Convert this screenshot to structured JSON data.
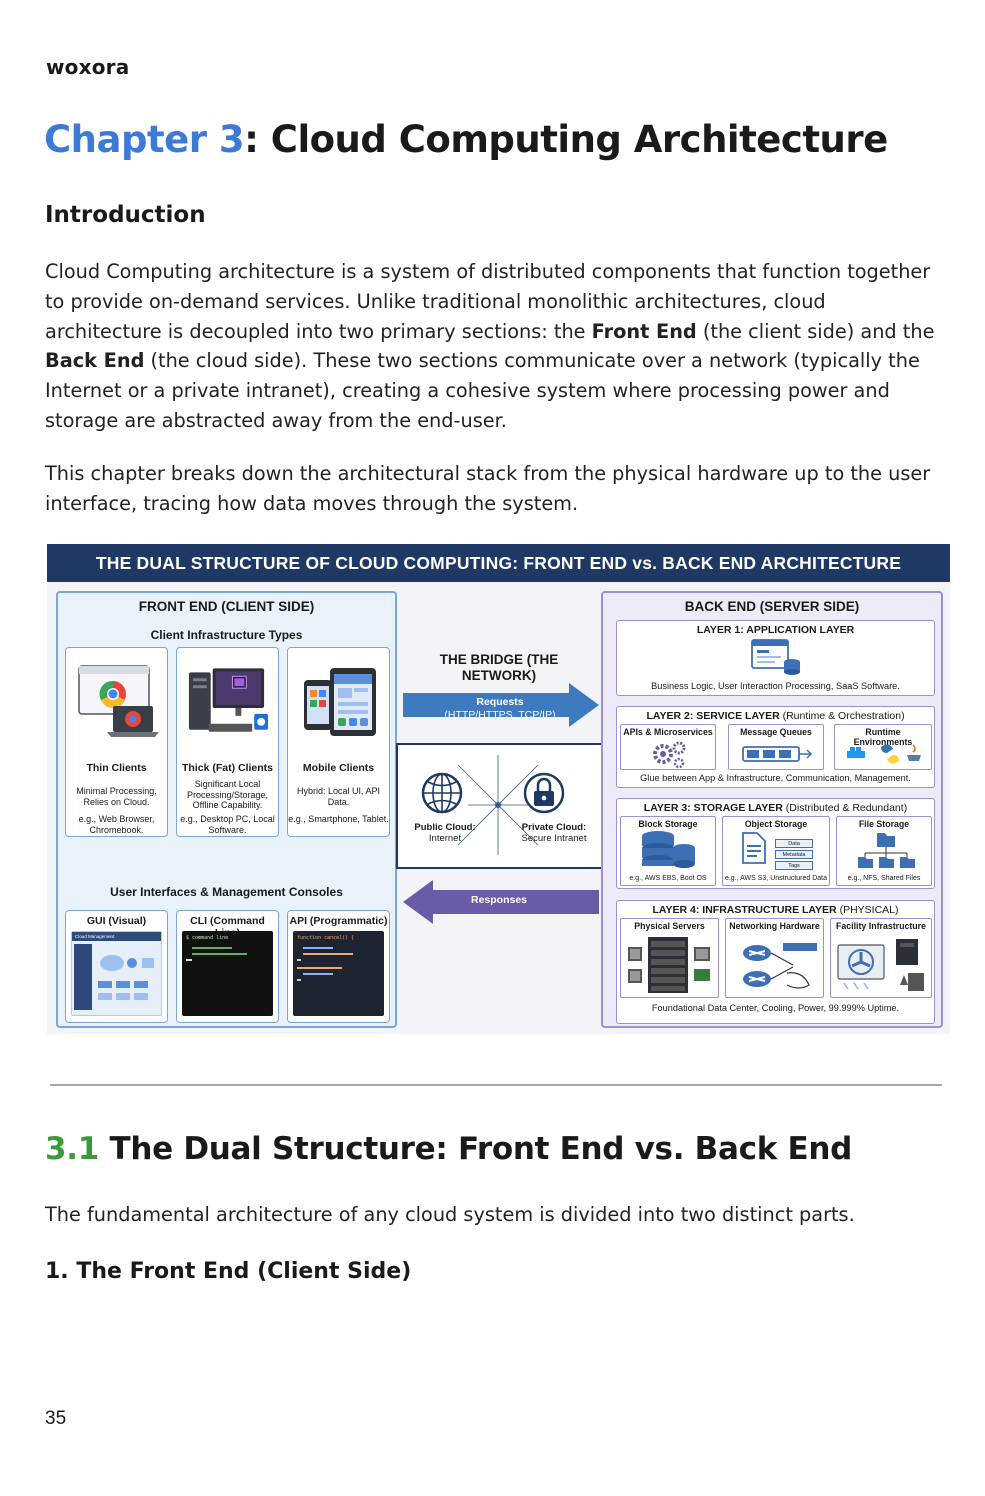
{
  "header": {
    "brand": "woxora"
  },
  "chapter": {
    "label": "Chapter 3",
    "title_rest": ": Cloud Computing Architecture"
  },
  "intro": {
    "heading": "Introduction",
    "p1_a": "Cloud Computing architecture is a system of distributed components that function together to provide on-demand services. Unlike traditional monolithic architectures, cloud architecture is decoupled into two primary sections: the ",
    "p1_b1": "Front End",
    "p1_c": " (the client side) and the ",
    "p1_b2": "Back End",
    "p1_d": " (the cloud side). These two sections communicate over a network (typically the Internet or a private intranet), creating a cohesive system where processing power and storage are abstracted away from the end-user.",
    "p2": "This chapter breaks down the architectural stack from the physical hardware up to the user interface, tracing how data moves through the system."
  },
  "figure": {
    "banner": "THE DUAL STRUCTURE OF CLOUD COMPUTING: FRONT END vs. BACK END ARCHITECTURE",
    "front_end": {
      "title": "FRONT END (CLIENT SIDE)",
      "infra_heading": "Client Infrastructure Types",
      "clients": [
        {
          "title": "Thin Clients",
          "desc": "Minimal Processing, Relies on Cloud.",
          "eg": "e.g., Web Browser, Chromebook."
        },
        {
          "title": "Thick (Fat) Clients",
          "desc": "Significant Local Processing/Storage, Offline Capability.",
          "eg": "e.g., Desktop PC, Local Software."
        },
        {
          "title": "Mobile Clients",
          "desc": "Hybrid: Local UI, API Data.",
          "eg": "e.g., Smartphone, Tablet."
        }
      ],
      "ui_heading": "User Interfaces & Management Consoles",
      "interfaces": [
        {
          "title": "GUI (Visual)",
          "screen": "Cloud Management"
        },
        {
          "title": "CLI (Command Line)",
          "screen": "$ command line"
        },
        {
          "title": "API (Programmatic)",
          "screen": "function cancel() {"
        }
      ]
    },
    "bridge": {
      "title": "THE BRIDGE (THE NETWORK)",
      "requests": "Requests",
      "requests_sub": "(HTTP/HTTPS, TCP/IP)",
      "public_label": "Public Cloud:",
      "public_sub": "Internet",
      "private_label": "Private Cloud:",
      "private_sub": "Secure Intranet",
      "responses": "Responses"
    },
    "back_end": {
      "title": "BACK END (SERVER SIDE)",
      "layer1": {
        "title": "LAYER 1: APPLICATION LAYER",
        "caption": "Business Logic, User Interaction Processing, SaaS Software."
      },
      "layer2": {
        "title_bold": "LAYER 2: SERVICE LAYER",
        "title_rest": " (Runtime & Orchestration)",
        "items": [
          "APIs & Microservices",
          "Message Queues",
          "Runtime Environments"
        ],
        "caption": "Glue between App & Infrastructure, Communication, Management."
      },
      "layer3": {
        "title_bold": "LAYER 3: STORAGE LAYER",
        "title_rest": " (Distributed & Redundant)",
        "items": [
          {
            "title": "Block Storage",
            "eg": "e.g., AWS EBS, Boot OS"
          },
          {
            "title": "Object Storage",
            "eg": "e.g., AWS S3, Unstructured Data"
          },
          {
            "title": "File Storage",
            "eg": "e.g., NFS, Shared Files"
          }
        ],
        "object_tags": [
          "Data",
          "Metadata",
          "Tags"
        ]
      },
      "layer4": {
        "title_bold": "LAYER 4: INFRASTRUCTURE LAYER",
        "title_rest": " (PHYSICAL)",
        "items": [
          "Physical Servers",
          "Networking Hardware",
          "Facility Infrastructure"
        ],
        "caption": "Foundational Data Center, Cooling, Power, 99.999% Uptime."
      }
    }
  },
  "section": {
    "number": "3.1",
    "title": " The Dual Structure: Front End vs. Back End",
    "p": "The fundamental architecture of any cloud system is divided into two distinct parts.",
    "subheading": "1. The Front End (Client Side)"
  },
  "footer": {
    "page": "35"
  },
  "colors": {
    "chapter_accent": "#3d7ad6",
    "section_accent": "#3a9a3a",
    "banner": "#1f3864",
    "front_end_border": "#7ba7d8",
    "back_end_border": "#9e8fcf",
    "responses_arrow": "#6a5ba8",
    "requests_arrow": "#3d7ac0"
  }
}
